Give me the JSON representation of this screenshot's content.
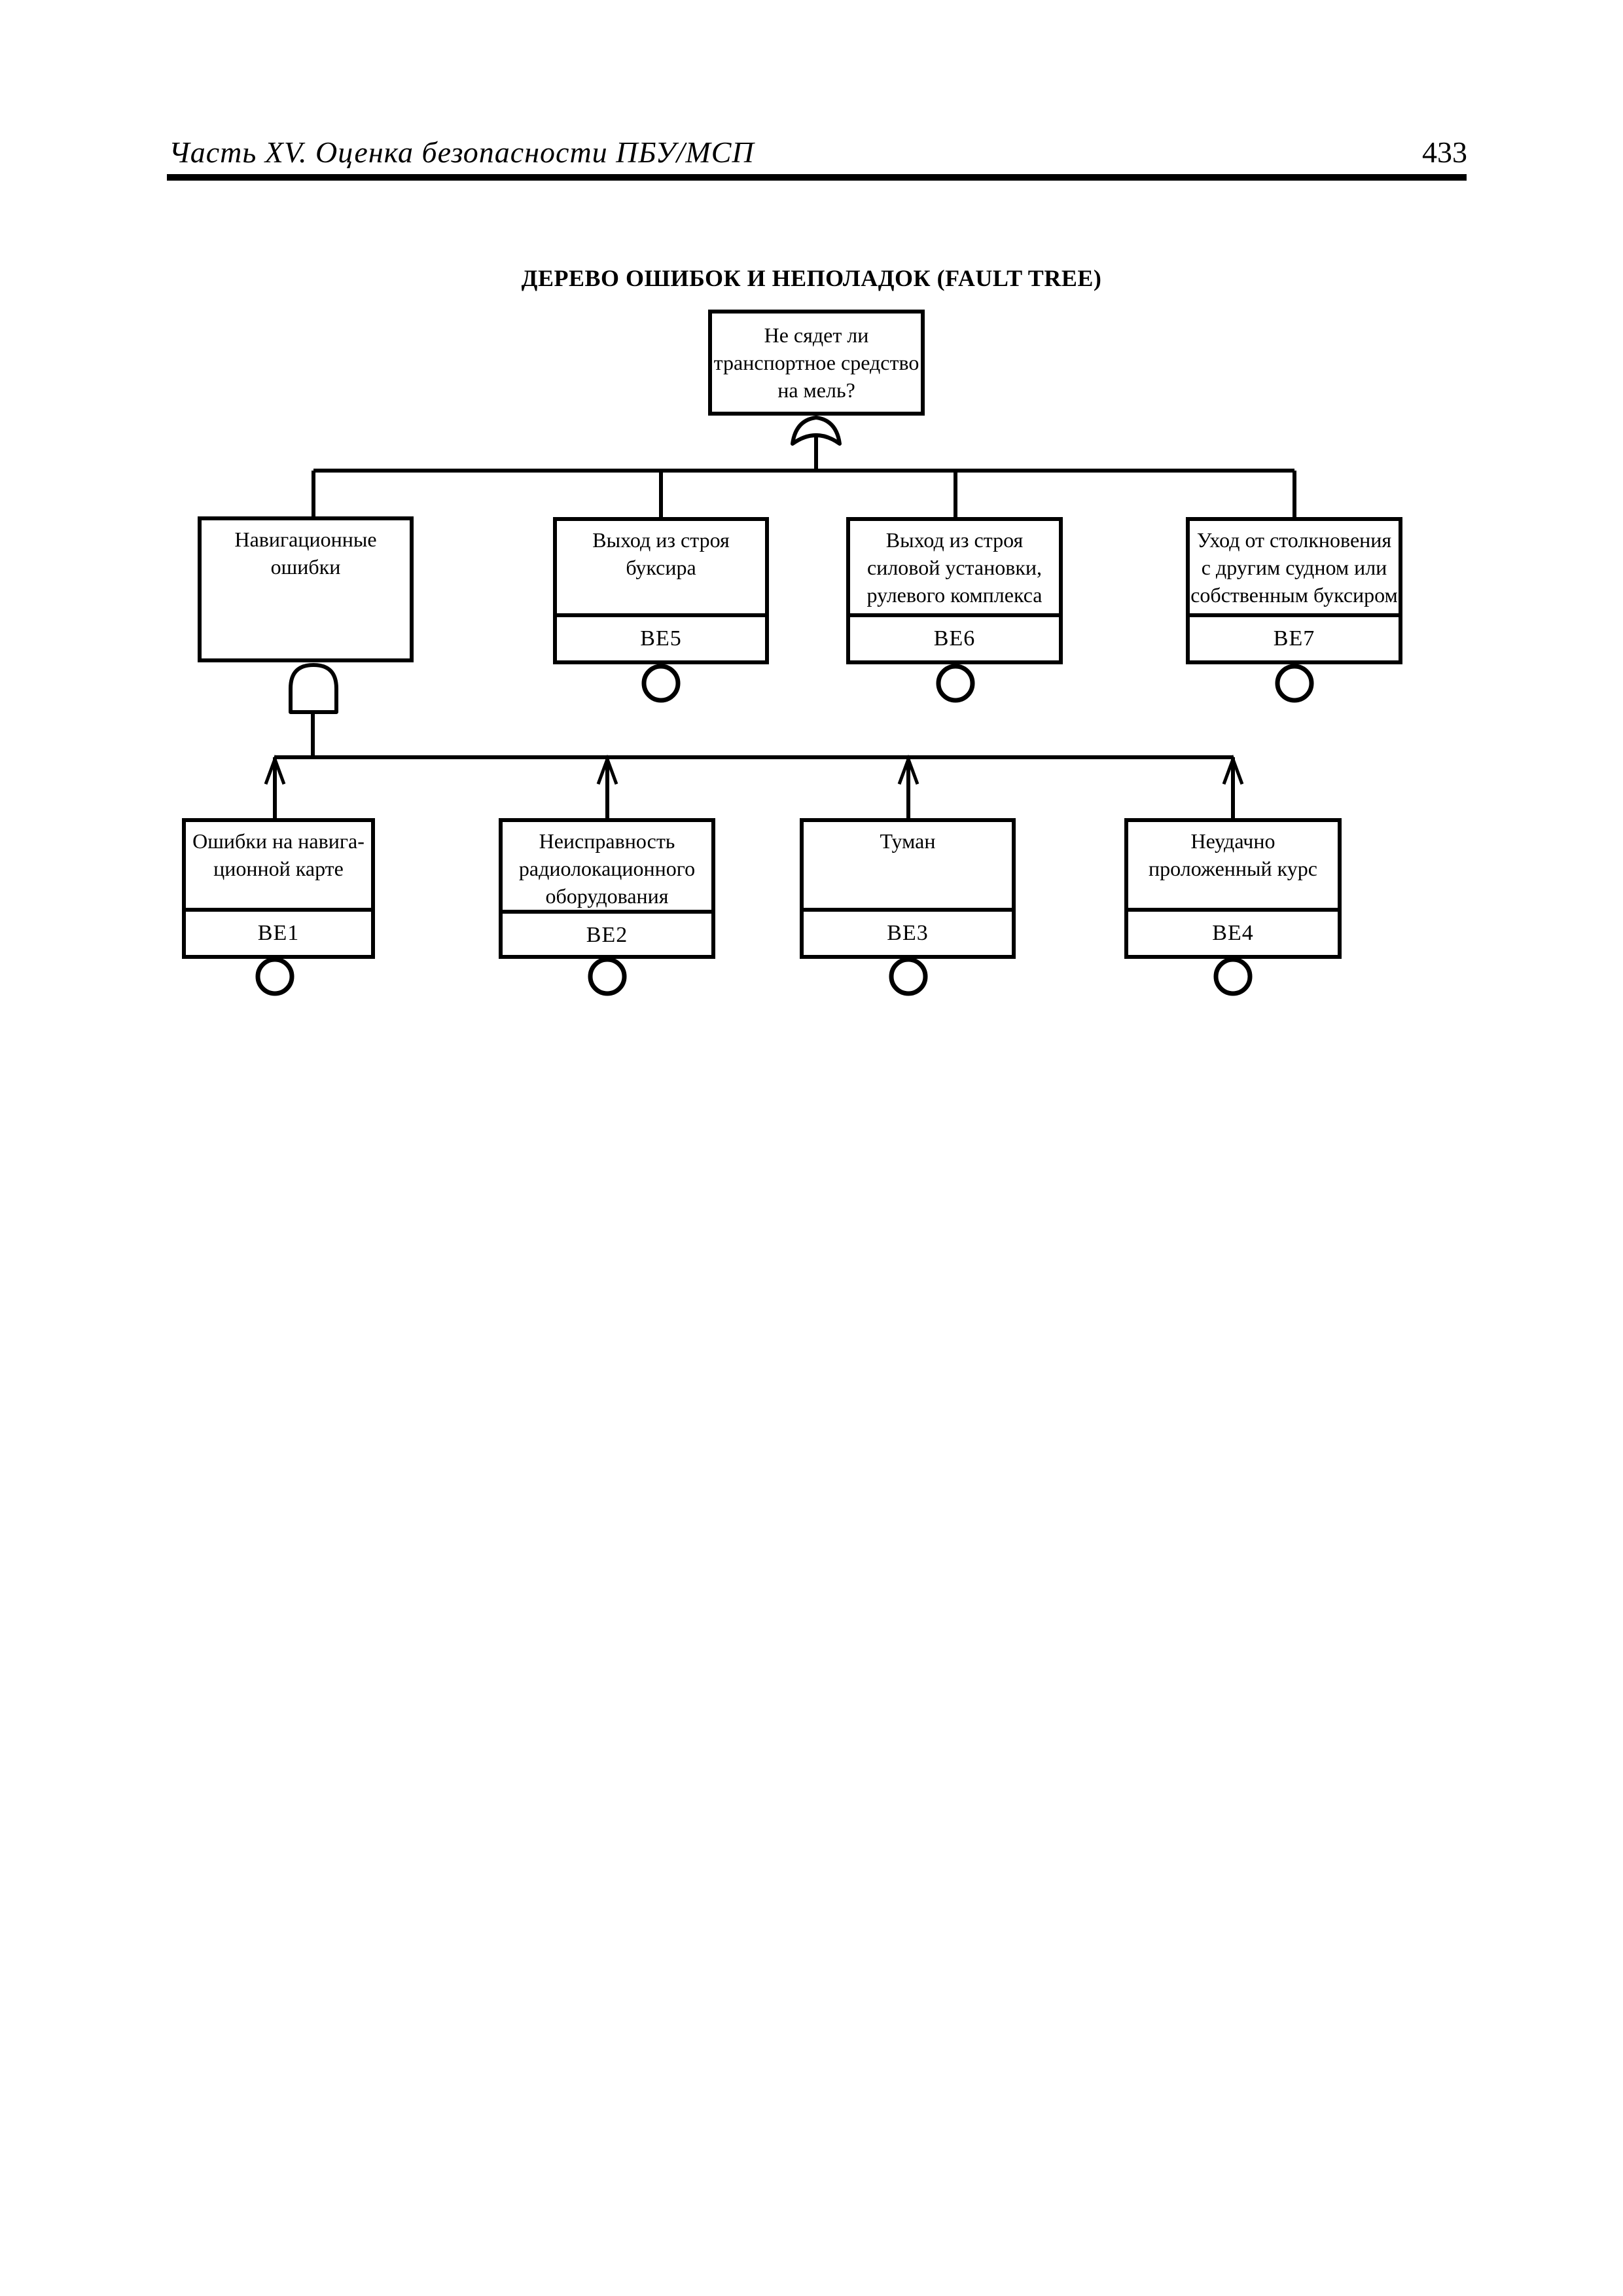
{
  "header": {
    "section_title": "Часть XV. Оценка безопасности ПБУ/МСП",
    "page_number": "433"
  },
  "diagram": {
    "title": "ДЕРЕВО ОШИБОК И НЕПОЛАДОК (FAULT TREE)",
    "top_event": {
      "lines": [
        "Не сядет ли",
        "транспортное средство",
        "на мель?"
      ],
      "gate": "OR"
    },
    "branches": [
      {
        "lines": [
          "Навигационные",
          "ошибки"
        ],
        "label": "",
        "gate": "AND",
        "symbol": "and-gate"
      },
      {
        "lines": [
          "Выход из строя",
          "буксира"
        ],
        "label": "ВЕ5",
        "symbol": "circle"
      },
      {
        "lines": [
          "Выход из строя",
          "силовой установки,",
          "рулевого комплекса"
        ],
        "label": "ВЕ6",
        "symbol": "circle"
      },
      {
        "lines": [
          "Уход от столкновения",
          "с другим судном или",
          "собственным буксиром"
        ],
        "label": "ВЕ7",
        "symbol": "circle"
      }
    ],
    "basic_events": [
      {
        "lines": [
          "Ошибки на навига-",
          "ционной карте"
        ],
        "label": "ВЕ1",
        "symbol": "circle"
      },
      {
        "lines": [
          "Неисправность",
          "радиолокационного",
          "оборудования"
        ],
        "label": "ВЕ2",
        "symbol": "circle"
      },
      {
        "lines": [
          "Туман"
        ],
        "label": "ВЕ3",
        "symbol": "circle"
      },
      {
        "lines": [
          "Неудачно",
          "проложенный курс"
        ],
        "label": "ВЕ4",
        "symbol": "circle"
      }
    ],
    "colors": {
      "ink": "#000000",
      "paper": "#ffffff"
    }
  }
}
